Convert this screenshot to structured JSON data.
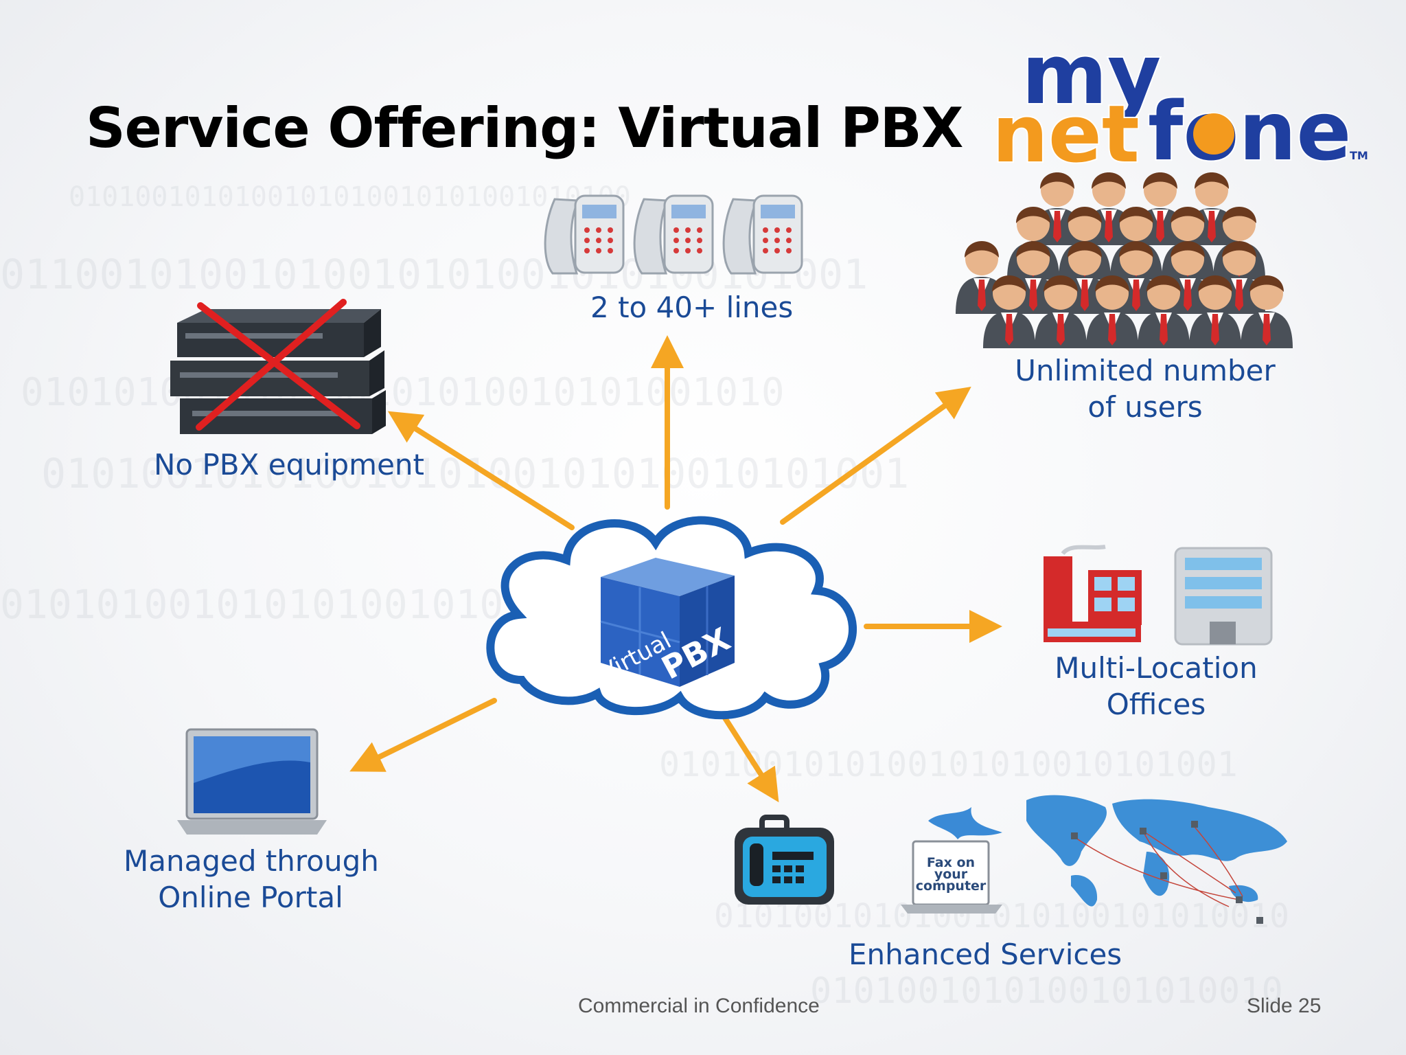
{
  "slide": {
    "title": "Service Offering: Virtual PBX",
    "logo": {
      "line1": "my",
      "line2a": "net",
      "line2b": "fone",
      "tm": "TM"
    },
    "hub": {
      "virtual": "Virtual",
      "pbx": "PBX"
    },
    "nodes": {
      "lines": "2 to 40+ lines",
      "no_pbx": "No PBX equipment",
      "users_line1": "Unlimited number",
      "users_line2": "of users",
      "offices_line1": "Multi-Location",
      "offices_line2": "Offices",
      "portal_line1": "Managed through",
      "portal_line2": "Online Portal",
      "services": "Enhanced Services",
      "fax_line1": "Fax on",
      "fax_line2": "your",
      "fax_line3": "computer"
    },
    "footer": {
      "confidential": "Commercial in Confidence",
      "slide_number": "Slide 25"
    },
    "colors": {
      "arrow": "#f5a623",
      "label": "#1a4a96",
      "cloud_outline": "#1a5fb4",
      "cross": "#e02020",
      "logo_blue": "#1f3fa0",
      "logo_orange": "#f39a1e"
    }
  }
}
